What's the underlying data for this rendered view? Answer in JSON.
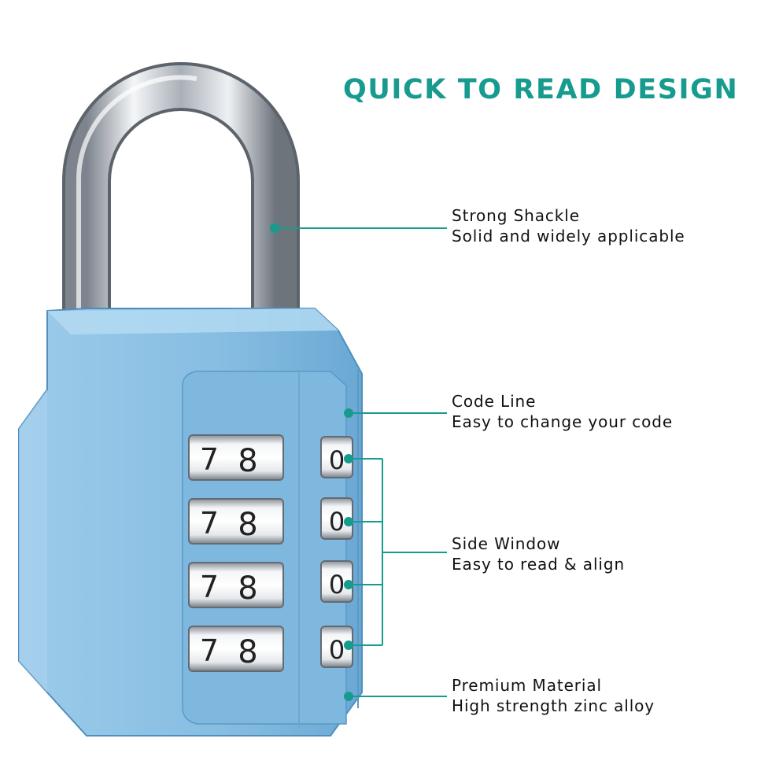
{
  "headline": "QUICK TO READ DESIGN",
  "callouts": {
    "shackle": {
      "title": "Strong Shackle",
      "desc": "Solid and widely applicable"
    },
    "code_line": {
      "title": "Code Line",
      "desc": "Easy to change your code"
    },
    "side_window": {
      "title": "Side Window",
      "desc": "Easy to read & align"
    },
    "material": {
      "title": "Premium Material",
      "desc": "High strength zinc alloy"
    }
  },
  "dials": [
    {
      "left_digit": "7",
      "right_digit": "8",
      "side_digit": "0"
    },
    {
      "left_digit": "7",
      "right_digit": "8",
      "side_digit": "0"
    },
    {
      "left_digit": "7",
      "right_digit": "8",
      "side_digit": "0"
    },
    {
      "left_digit": "7",
      "right_digit": "8",
      "side_digit": "0"
    }
  ],
  "colors": {
    "accent": "#169b8e",
    "lock_body": "#8fc4e6",
    "lock_body_dark": "#5f9ec9",
    "chrome": "#c9ced6"
  }
}
